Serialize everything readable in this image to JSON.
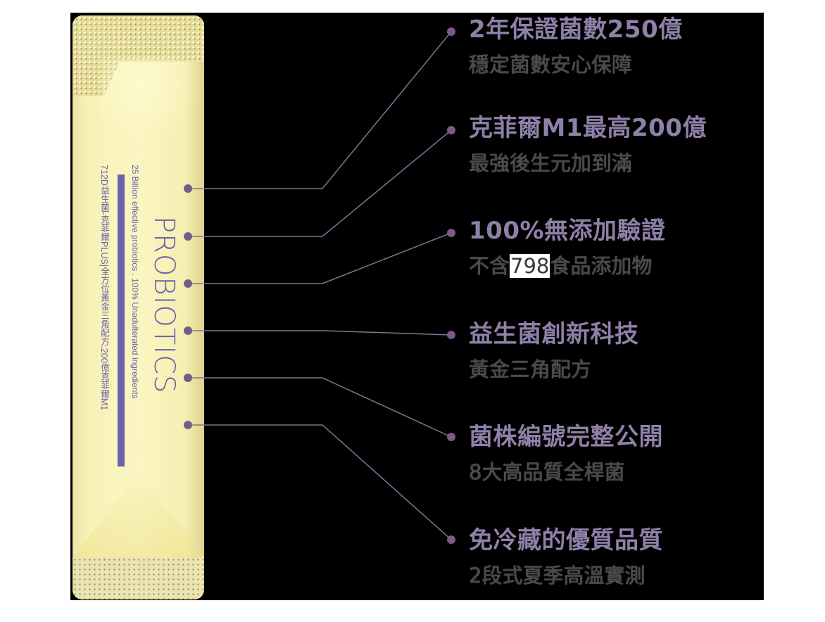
{
  "packet": {
    "brand": "PROBIOTICS",
    "tagline_en": "25 Billion effective probiotics . 100% Unadulterated ingredients",
    "tagline_zh": "712D益生菌-克菲爾PLUS|全方位黃金三角配方.200億克菲爾M1",
    "colors": {
      "packet": "#fbf5c2",
      "print": "#6a61a8"
    }
  },
  "colors": {
    "title": "#8e80a8",
    "subtitle": "#4a4648",
    "connector": "#7a5a8a",
    "stage": "#000000",
    "page": "#ffffff"
  },
  "features": [
    {
      "title": "2年保證菌數250億",
      "subtitle_pre": "穩定菌數安心保障",
      "subtitle_highlight": "",
      "subtitle_post": ""
    },
    {
      "title": "克菲爾M1最高200億",
      "subtitle_pre": "最強後生元加到滿",
      "subtitle_highlight": "",
      "subtitle_post": ""
    },
    {
      "title": "100%無添加驗證",
      "subtitle_pre": "不含",
      "subtitle_highlight": "798",
      "subtitle_post": "食品添加物"
    },
    {
      "title": "益生菌創新科技",
      "subtitle_pre": "黃金三角配方",
      "subtitle_highlight": "",
      "subtitle_post": ""
    },
    {
      "title": "菌株編號完整公開",
      "subtitle_pre": "8大高品質全桿菌",
      "subtitle_highlight": "",
      "subtitle_post": ""
    },
    {
      "title": "免冷藏的優質品質",
      "subtitle_pre": "2段式夏季高溫實測",
      "subtitle_highlight": "",
      "subtitle_post": ""
    }
  ]
}
